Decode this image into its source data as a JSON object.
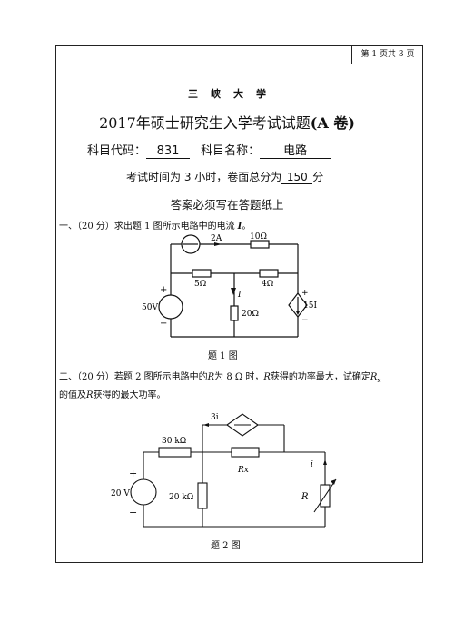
{
  "header": {
    "page_info": "第 1 页共 3 页"
  },
  "exam": {
    "school": "三峡大学",
    "year": "2017",
    "title_text": "年硕士研究生入学考试试题",
    "paper": "(A 卷)",
    "code_label": "科目代码：",
    "code": "831",
    "name_label": "科目名称：",
    "name": "电路",
    "time_text_1": "考试时间为 3 小时，卷面总分为",
    "total_score": "150",
    "time_text_2": "分",
    "note": "答案必须写在答题纸上"
  },
  "q1": {
    "text": "一、（20 分）求出题 1 图所示电路中的电流",
    "var": "I",
    "end": "。",
    "caption": "题 1 图",
    "labels": {
      "src_current": "2A",
      "r_top": "10Ω",
      "r_left": "5Ω",
      "r_right": "4Ω",
      "current": "I",
      "r_mid": "20Ω",
      "v_src": "50V",
      "dep_src": "15I",
      "plus": "+",
      "minus": "−"
    }
  },
  "q2": {
    "line1_a": "二、（20 分）若题 2 图所示电路中的",
    "line1_b": "R",
    "line1_c": "为 8 Ω 时，",
    "line1_d": "R",
    "line1_e": "获得的功率最大，试确定",
    "line1_f": "R",
    "line1_g": "x",
    "line2_a": "的值及",
    "line2_b": "R",
    "line2_c": "获得的最大功率。",
    "caption": "题 2 图",
    "labels": {
      "dep_src": "3i",
      "r1": "30 kΩ",
      "rx": "Rx",
      "current": "i",
      "v_src": "20 V",
      "r2": "20 kΩ",
      "r_var": "R",
      "plus": "+",
      "minus": "−"
    }
  }
}
